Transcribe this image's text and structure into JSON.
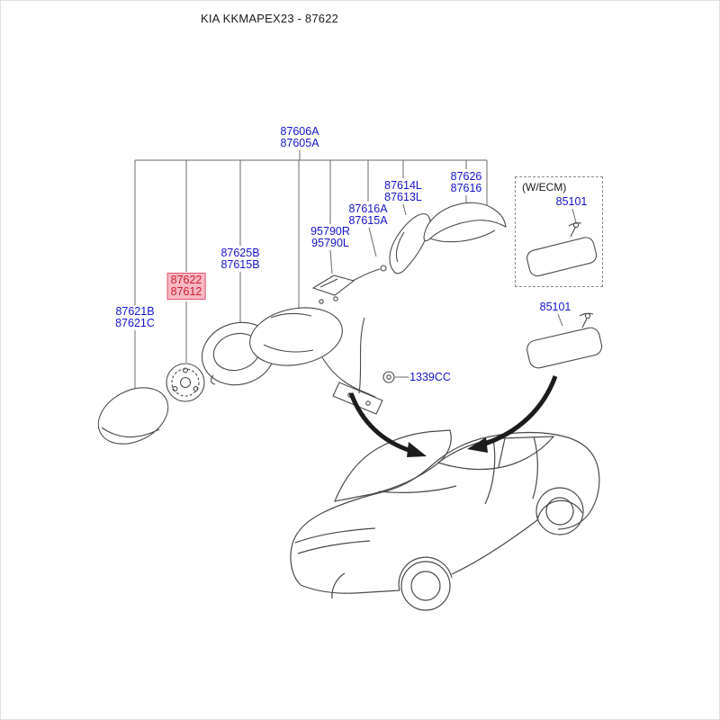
{
  "title": "KIA KKMAPEX23 - 87622",
  "colors": {
    "part_label": "#1414cc",
    "highlight_bg": "#f9b8c4",
    "highlight_border": "#e0556e",
    "highlight_text": "#cc2233"
  },
  "labels": {
    "mirror_assembly": {
      "line1": "87606A",
      "line2": "87605A"
    },
    "handle": {
      "line1": "87614L",
      "line2": "87613L"
    },
    "cover_cap": {
      "line1": "87626",
      "line2": "87616"
    },
    "bracket": {
      "line1": "87616A",
      "line2": "87615A"
    },
    "lamp": {
      "line1": "95790R",
      "line2": "95790L"
    },
    "housing": {
      "line1": "87625B",
      "line2": "87615B"
    },
    "actuator": {
      "line1": "87622",
      "line2": "87612"
    },
    "glass": {
      "line1": "87621B",
      "line2": "87621C"
    },
    "inside_mirror": "85101",
    "bolt": "1339CC",
    "wecm": {
      "caption": "(W/ECM)",
      "part": "85101"
    }
  }
}
